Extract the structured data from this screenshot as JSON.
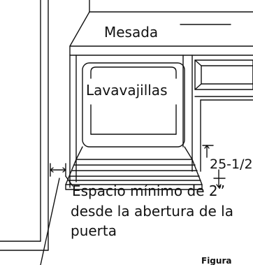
{
  "labels": {
    "countertop": "Mesada",
    "dishwasher": "Lavavajillas",
    "height_dimension": "25-1/2\"",
    "clearance_line1": "Espacio mínimo de 2”",
    "clearance_line2": "desde la abertura de la",
    "clearance_line3": "puerta",
    "figure": "Figura"
  },
  "colors": {
    "line": "#111111",
    "background": "#ffffff"
  }
}
